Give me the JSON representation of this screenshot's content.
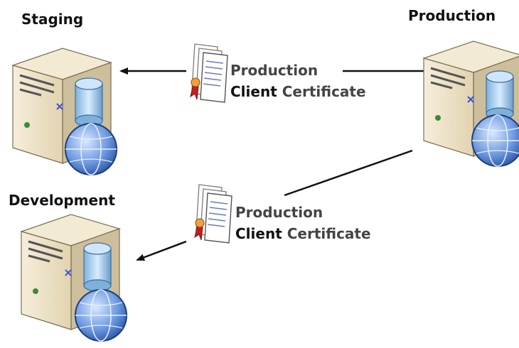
{
  "servers": {
    "staging": {
      "label": "Staging"
    },
    "production": {
      "label": "Production"
    },
    "development": {
      "label": "Development"
    }
  },
  "certificates": [
    {
      "line1": "Production",
      "line2_strong": "Client",
      "line2_rest": "Certificate"
    },
    {
      "line1": "Production",
      "line2_strong": "Client",
      "line2_rest": "Certificate"
    }
  ],
  "icons": {
    "server": "server-icon",
    "database": "database-icon",
    "globe": "globe-icon",
    "certificate": "certificate-icon"
  },
  "colors": {
    "server_body": "#e8dcc0",
    "server_shadow": "#b9a988",
    "database": "#9cc3e6",
    "globe": "#3f6fc1",
    "connector": "#111111",
    "ribbon": "#d22020"
  }
}
